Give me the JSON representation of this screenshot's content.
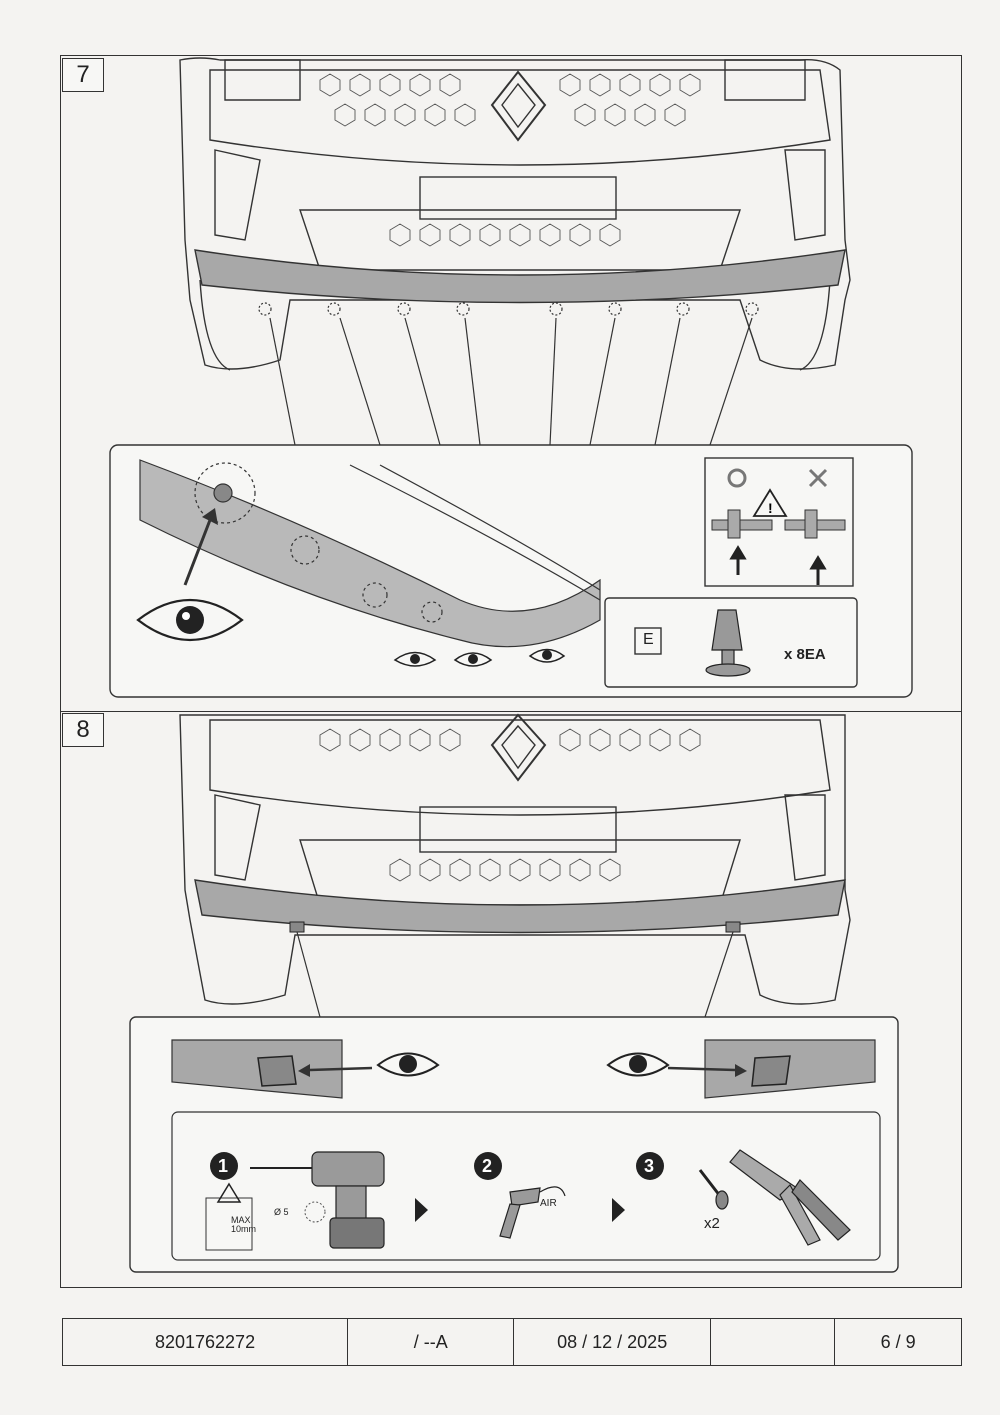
{
  "steps": [
    {
      "number": "7"
    },
    {
      "number": "8"
    }
  ],
  "step7": {
    "part_letter": "E",
    "part_quantity": "x 8EA",
    "ok_symbol": "circle",
    "ng_symbol": "cross"
  },
  "step8": {
    "substeps": [
      {
        "number": "1",
        "note": "MAX\n10mm",
        "drill_diameter": "Ø 5"
      },
      {
        "number": "2",
        "tool_label": "AIR"
      },
      {
        "number": "3",
        "quantity": "x2"
      }
    ]
  },
  "footer": {
    "part_number": "8201762272",
    "revision": "/ --A",
    "date": "08 / 12 / 2025",
    "page": "6 / 9"
  },
  "colors": {
    "line": "#333333",
    "shade": "#a8a8a8",
    "paper": "#f4f3f1"
  }
}
